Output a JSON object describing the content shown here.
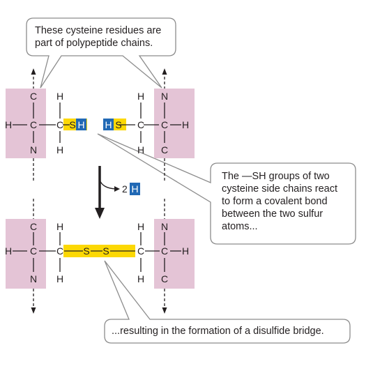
{
  "callouts": {
    "top": "These cysteine residues are\npart of polypeptide chains.",
    "middle": "The —SH groups of two\ncysteine side chains react\nto form a covalent bond\nbetween the two sulfur\natoms...",
    "bottom": "...resulting in the formation of a disulfide bridge."
  },
  "atoms": {
    "C": "C",
    "N": "N",
    "H": "H",
    "S": "S",
    "SH": "SH",
    "HS": "HS"
  },
  "reaction": {
    "coefficient": "2",
    "product": "H"
  },
  "colors": {
    "backbone_box": "#e4c4d6",
    "sulfur_highlight": "#fcd804",
    "hydrogen_highlight": "#2169b5",
    "callout_border": "#8c8c8c"
  }
}
